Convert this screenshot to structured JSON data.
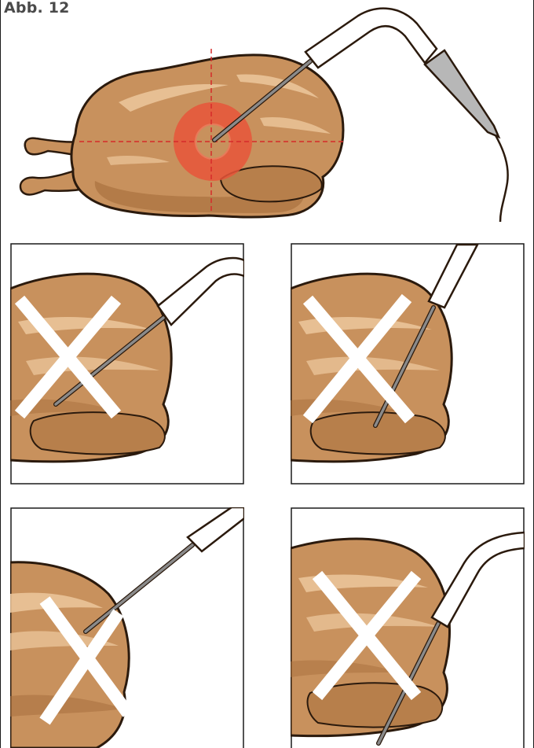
{
  "figure": {
    "label": "Abb. 12"
  },
  "colors": {
    "meat": "#c8915d",
    "meat_shadow": "#a8703e",
    "meat_highlight": "#ecc79c",
    "outline": "#2b1a0d",
    "target": "#e8553a",
    "guide_line": "#d62a2a",
    "cross": "#ffffff",
    "probe_handle": "#b7b7b7",
    "probe_metal": "#8a8a8a"
  },
  "icons": {
    "main": "roast-chicken-with-probe-illustration",
    "target": "core-temperature-target-icon",
    "wrong": "wrong-placement-cross-icon",
    "correct": "correct-placement-illustration"
  },
  "panels": [
    {
      "id": "top-left",
      "verdict": "wrong"
    },
    {
      "id": "top-right",
      "verdict": "wrong"
    },
    {
      "id": "bottom-left",
      "verdict": "wrong"
    },
    {
      "id": "bottom-right",
      "verdict": "wrong"
    }
  ]
}
